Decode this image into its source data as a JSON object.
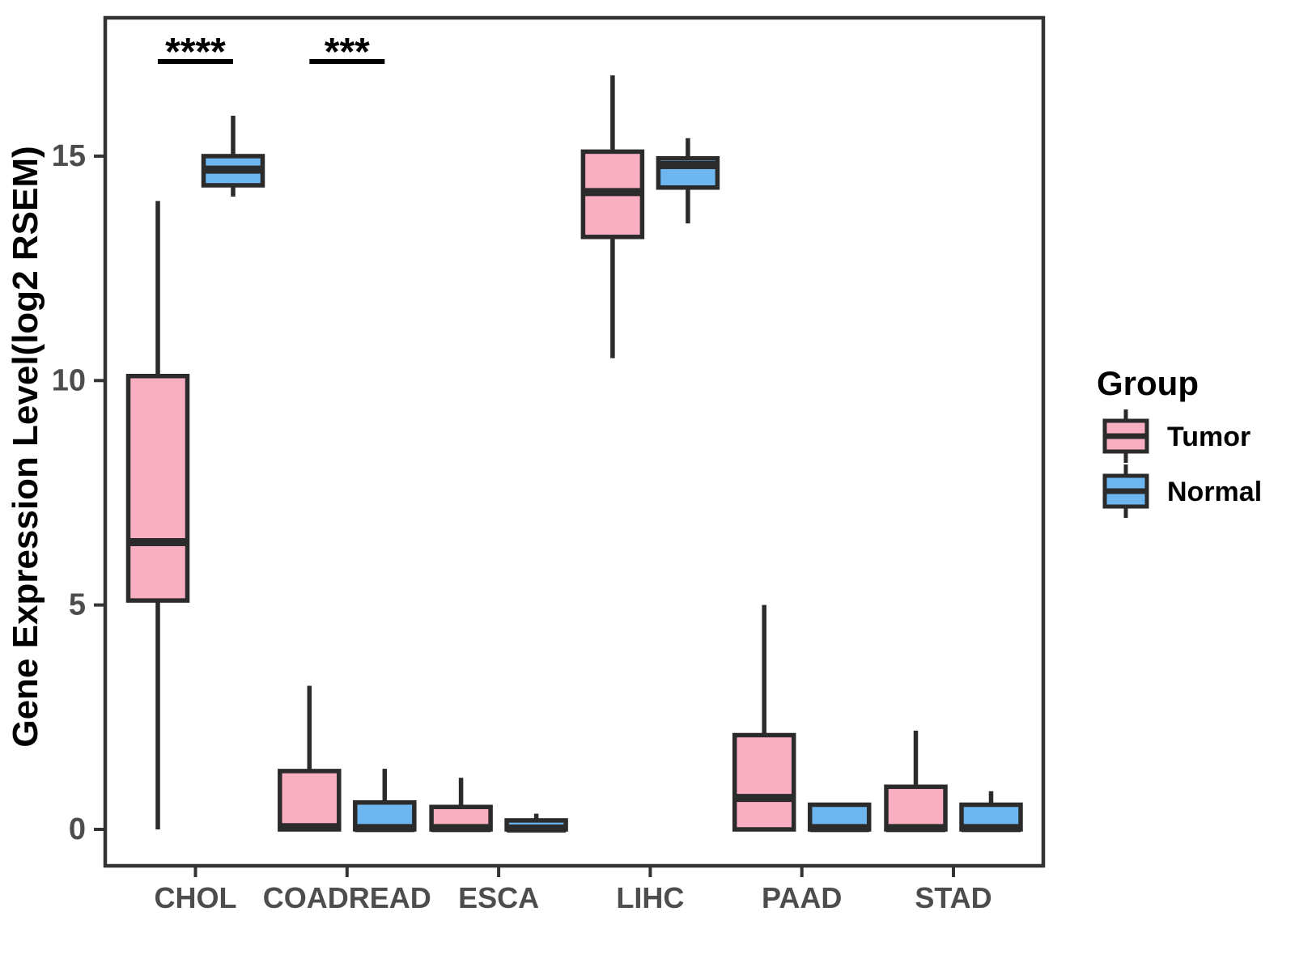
{
  "figure": {
    "background": "#FFFFFF"
  },
  "chart_data": {
    "type": "boxplot",
    "title": "",
    "xlabel": "",
    "ylabel": "Gene Expression Level(log2 RSEM)",
    "categories": [
      "CHOL",
      "COADREAD",
      "ESCA",
      "LIHC",
      "PAAD",
      "STAD"
    ],
    "y_ticks": [
      0,
      5,
      10,
      15
    ],
    "ylim": [
      -0.85,
      18.0
    ],
    "grid": false,
    "legend": {
      "title": "Group",
      "position": "right"
    },
    "series": [
      {
        "name": "Tumor",
        "fill": "#FAAEC1",
        "stat_keys": [
          "min",
          "q1",
          "median",
          "q3",
          "max"
        ],
        "values": [
          [
            0,
            5.1,
            6.4,
            10.1,
            14.0
          ],
          [
            0,
            0,
            0.05,
            1.3,
            3.2
          ],
          [
            0,
            0,
            0.03,
            0.5,
            1.15
          ],
          [
            10.5,
            13.2,
            14.2,
            15.1,
            16.8
          ],
          [
            0,
            0,
            0.7,
            2.1,
            5.0
          ],
          [
            0,
            0,
            0.03,
            0.95,
            2.2
          ]
        ]
      },
      {
        "name": "Normal",
        "fill": "#6DB6EF",
        "stat_keys": [
          "min",
          "q1",
          "median",
          "q3",
          "max"
        ],
        "values": [
          [
            14.1,
            14.35,
            14.7,
            15.0,
            15.9
          ],
          [
            0,
            0,
            0.03,
            0.6,
            1.35
          ],
          [
            0,
            0,
            0.02,
            0.2,
            0.35
          ],
          [
            13.5,
            14.3,
            14.8,
            14.95,
            15.4
          ],
          [
            0,
            0,
            0.03,
            0.55,
            0.55
          ],
          [
            0,
            0,
            0.03,
            0.55,
            0.85
          ]
        ]
      }
    ],
    "significance": [
      {
        "category": "CHOL",
        "label": "****"
      },
      {
        "category": "COADREAD",
        "label": "***"
      }
    ],
    "style": {
      "box_border": "#2B2B2B",
      "median_color": "#2B2B2B",
      "whisker_color": "#2B2B2B",
      "panel_border": "#333333",
      "axis_text_color": "#4D4D4D",
      "axis_title_color": "#000000",
      "significance_color": "#000000"
    }
  }
}
